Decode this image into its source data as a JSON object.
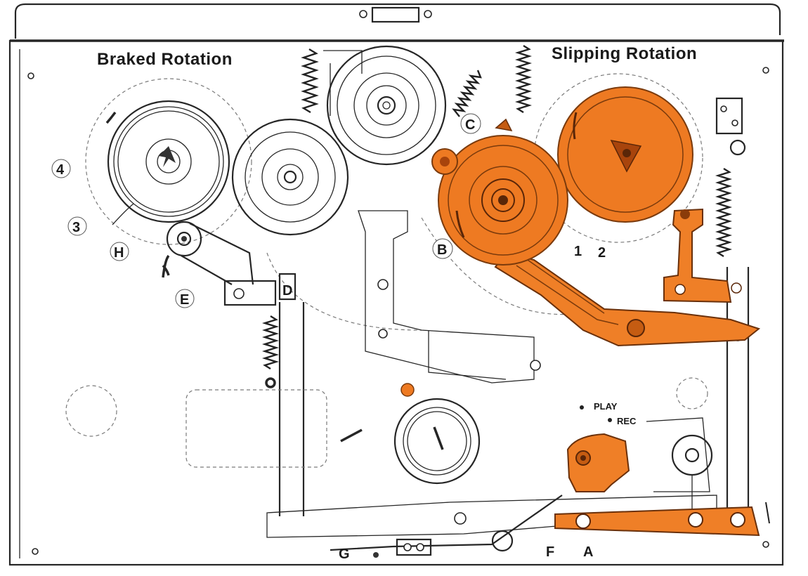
{
  "titles": {
    "braked": "Braked Rotation",
    "slipping": "Slipping Rotation"
  },
  "callouts": {
    "four": "4",
    "three": "3",
    "h": "H",
    "e": "E",
    "d": "D",
    "c": "C",
    "b": "B",
    "one": "1",
    "two": "2",
    "a": "A",
    "f": "F",
    "g": "G"
  },
  "switch_labels": {
    "play": "PLAY",
    "rec": "REC"
  },
  "colors": {
    "highlight": "#ee7a22",
    "line": "#262626",
    "background": "#ffffff"
  }
}
